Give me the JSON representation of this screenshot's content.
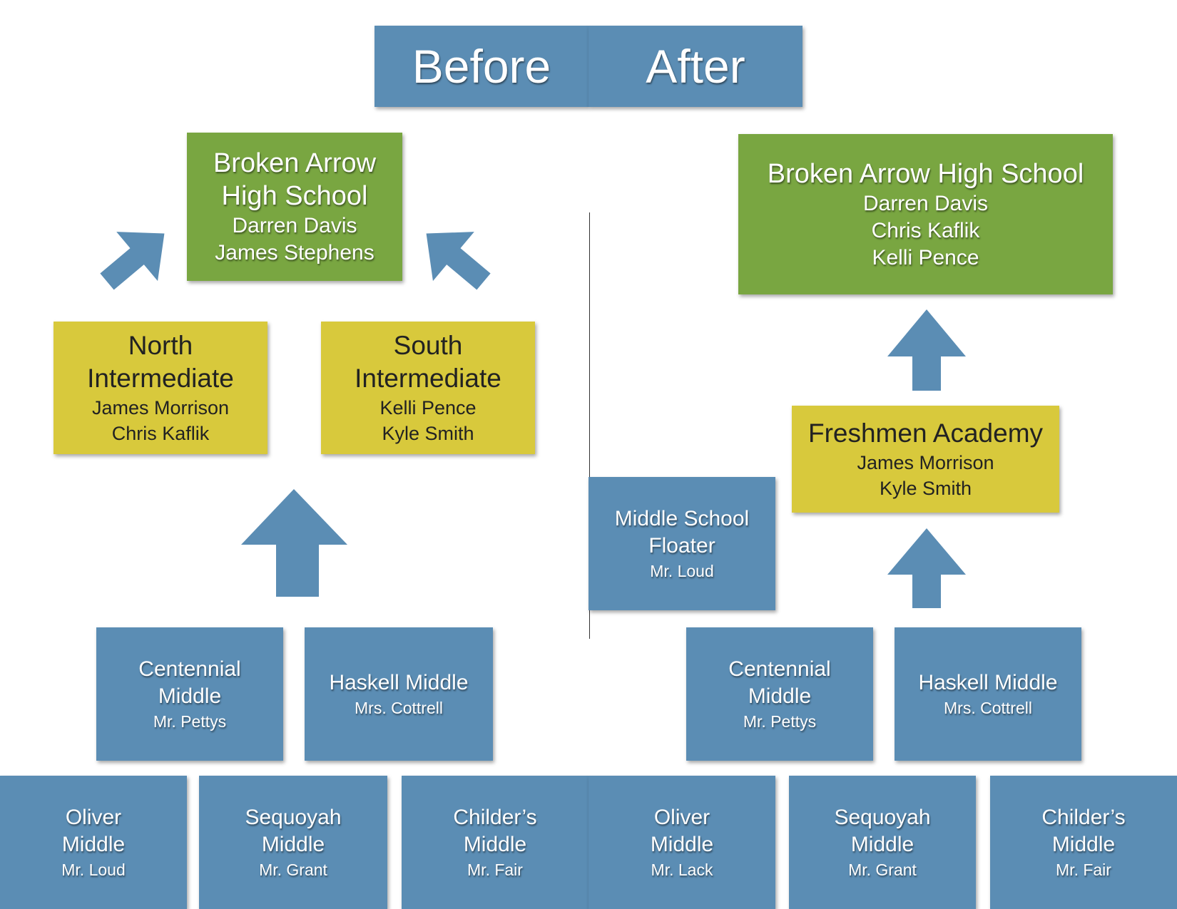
{
  "header": {
    "before": "Before",
    "after": "After"
  },
  "before": {
    "high_school": {
      "name_line1": "Broken Arrow",
      "name_line2": "High School",
      "staff": [
        "Darren Davis",
        "James Stephens"
      ]
    },
    "north": {
      "name_line1": "North",
      "name_line2": "Intermediate",
      "staff": [
        "James Morrison",
        "Chris Kaflik"
      ]
    },
    "south": {
      "name_line1": "South",
      "name_line2": "Intermediate",
      "staff": [
        "Kelli Pence",
        "Kyle Smith"
      ]
    },
    "centennial": {
      "name_line1": "Centennial",
      "name_line2": "Middle",
      "staff": "Mr. Pettys"
    },
    "haskell": {
      "name": "Haskell Middle",
      "staff": "Mrs. Cottrell"
    },
    "oliver": {
      "name_line1": "Oliver",
      "name_line2": "Middle",
      "staff": "Mr. Loud"
    },
    "sequoyah": {
      "name_line1": "Sequoyah",
      "name_line2": "Middle",
      "staff": "Mr. Grant"
    },
    "childers": {
      "name_line1": "Childer’s",
      "name_line2": "Middle",
      "staff": "Mr. Fair"
    }
  },
  "after": {
    "high_school": {
      "name": "Broken Arrow High School",
      "staff": [
        "Darren Davis",
        "Chris Kaflik",
        "Kelli Pence"
      ]
    },
    "freshmen": {
      "name": "Freshmen Academy",
      "staff": [
        "James Morrison",
        "Kyle Smith"
      ]
    },
    "floater": {
      "name_line1": "Middle School",
      "name_line2": "Floater",
      "staff": "Mr. Loud"
    },
    "centennial": {
      "name_line1": "Centennial",
      "name_line2": "Middle",
      "staff": "Mr. Pettys"
    },
    "haskell": {
      "name": "Haskell Middle",
      "staff": "Mrs. Cottrell"
    },
    "oliver": {
      "name_line1": "Oliver",
      "name_line2": "Middle",
      "staff": "Mr. Lack"
    },
    "sequoyah": {
      "name_line1": "Sequoyah",
      "name_line2": "Middle",
      "staff": "Mr. Grant"
    },
    "childers": {
      "name_line1": "Childer’s",
      "name_line2": "Middle",
      "staff": "Mr. Fair"
    }
  },
  "colors": {
    "blue": "#5b8db4",
    "green": "#79a641",
    "yellow": "#d8c93c",
    "arrow": "#5b8db4"
  }
}
